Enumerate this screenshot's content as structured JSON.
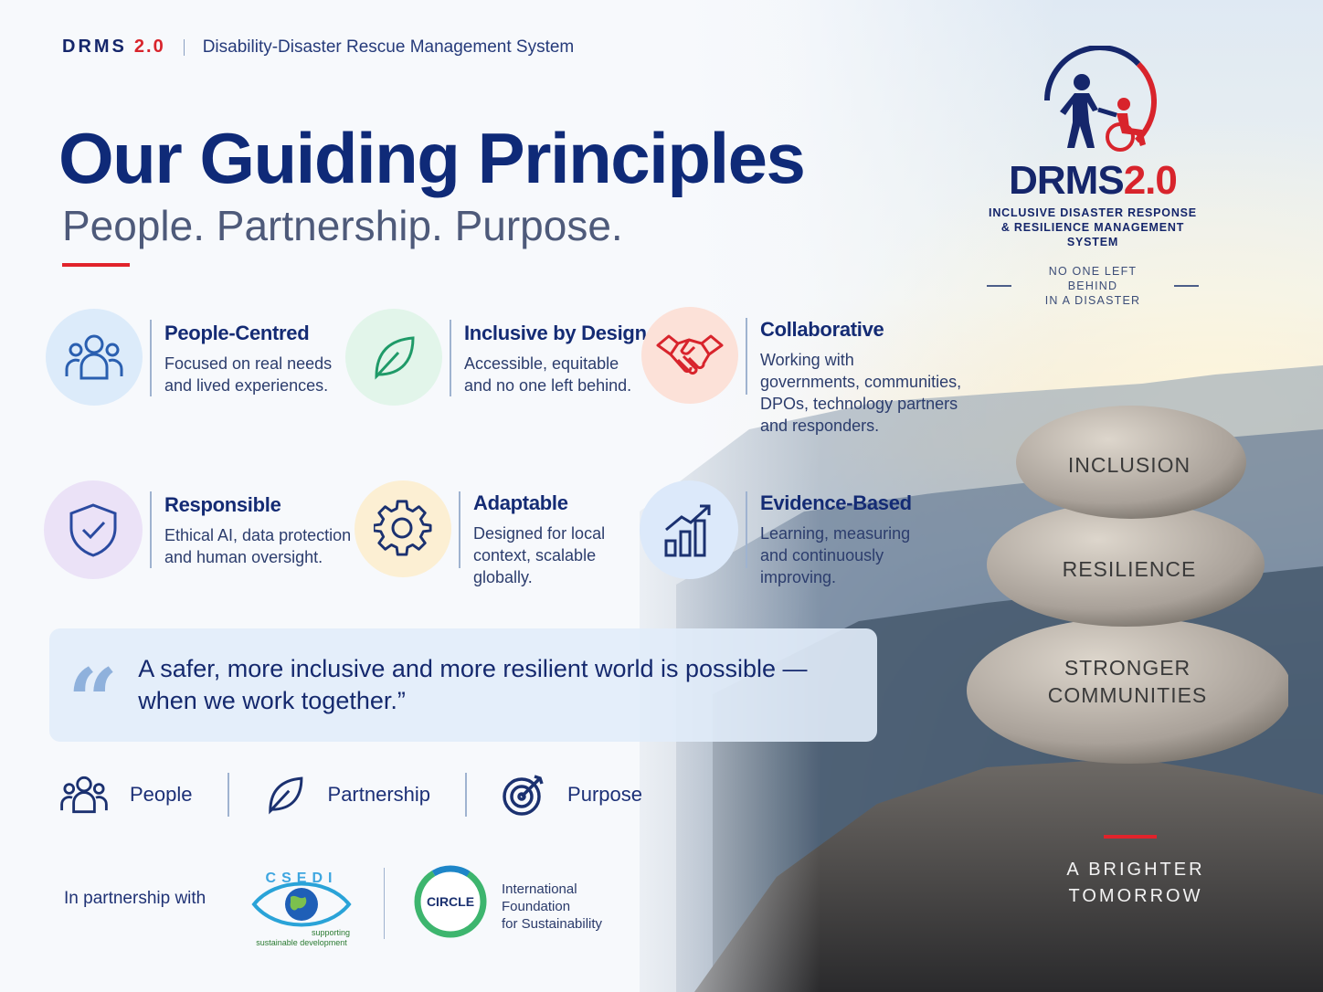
{
  "header": {
    "brand": "DRMS",
    "version": "2.0",
    "subtitle": "Disability-Disaster Rescue Management System"
  },
  "hero": {
    "title": "Our Guiding Principles",
    "tagline": "People. Partnership. Purpose."
  },
  "principles": [
    {
      "title": "People-Centred",
      "description": "Focused on real needs\nand lived experiences.",
      "icon": "people-icon",
      "color": "#e0eefb"
    },
    {
      "title": "Inclusive by Design",
      "description": "Accessible, equitable\nand no one left behind.",
      "icon": "leaf-icon",
      "color": "#e4f6ec"
    },
    {
      "title": "Collaborative",
      "description": "Working with\ngovernments, communities,\nDPOs, technology partners\nand responders.",
      "icon": "handshake-icon",
      "color": "#fde4dc"
    },
    {
      "title": "Responsible",
      "description": "Ethical AI, data protection\nand human oversight.",
      "icon": "shield-check-icon",
      "color": "#ece4f8"
    },
    {
      "title": "Adaptable",
      "description": "Designed for local\ncontext, scalable\nglobally.",
      "icon": "gear-icon",
      "color": "#fdf0d6"
    },
    {
      "title": "Evidence-Based",
      "description": "Learning, measuring\nand continuously\nimproving.",
      "icon": "bar-chart-icon",
      "color": "#e0ecfb"
    }
  ],
  "quote": {
    "mark": "“",
    "text": "A safer, more inclusive and more resilient world is possible —\nwhen we work together.”"
  },
  "pillars": [
    {
      "label": "People",
      "icon": "people-icon"
    },
    {
      "label": "Partnership",
      "icon": "leaf-icon"
    },
    {
      "label": "Purpose",
      "icon": "target-icon"
    }
  ],
  "partners": {
    "label": "In partnership with",
    "csedi_name": "CSEDI",
    "csedi_tagline": "supporting sustainable development",
    "circle_name": "CIRCLE",
    "circle_full": "International\nFoundation\nfor Sustainability"
  },
  "logo": {
    "name": "DRMS",
    "version": "2.0",
    "subtitle": "INCLUSIVE DISASTER RESPONSE\n& RESILIENCE MANAGEMENT SYSTEM",
    "motto": "NO ONE LEFT BEHIND\nIN A DISASTER"
  },
  "stones": [
    "INCLUSION",
    "RESILIENCE",
    "STRONGER\nCOMMUNITIES"
  ],
  "footer": {
    "tagline": "A BRIGHTER\nTOMORROW"
  },
  "colors": {
    "navy": "#0f2a78",
    "red": "#e1232b"
  }
}
